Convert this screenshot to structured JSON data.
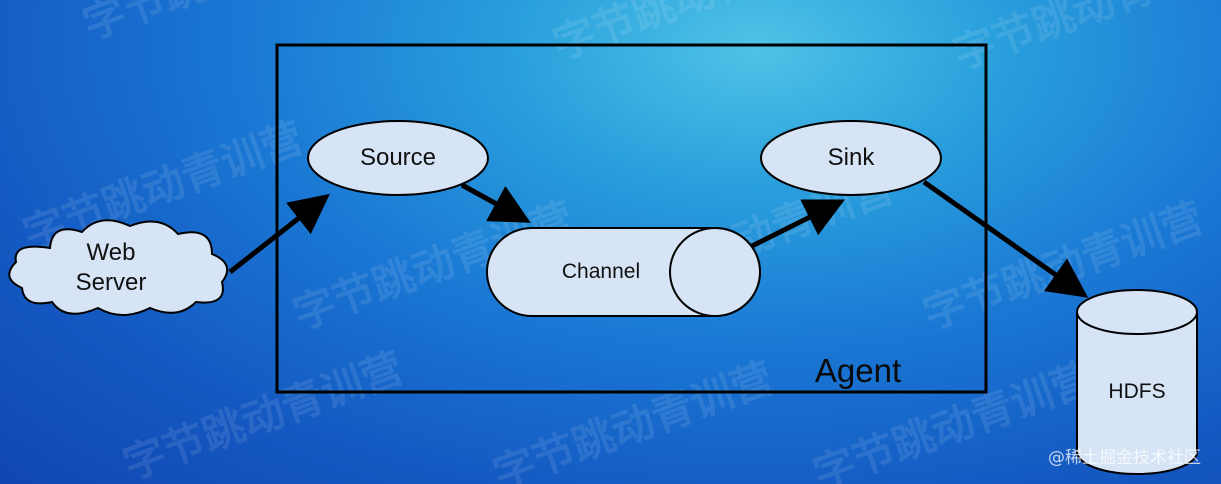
{
  "diagram": {
    "agent_label": "Agent",
    "nodes": {
      "web_server": "Web\nServer",
      "source": "Source",
      "channel": "Channel",
      "sink": "Sink",
      "hdfs": "HDFS"
    },
    "edges": [
      {
        "from": "web_server",
        "to": "source"
      },
      {
        "from": "source",
        "to": "channel"
      },
      {
        "from": "channel",
        "to": "sink"
      },
      {
        "from": "sink",
        "to": "hdfs"
      }
    ]
  },
  "watermarks": {
    "corner": "@稀土掘金技术社区",
    "repeated": "字节跳动青训营"
  },
  "colors": {
    "node_fill": "#d6e4f5",
    "stroke": "#000000",
    "background": "#1a6fd0"
  }
}
